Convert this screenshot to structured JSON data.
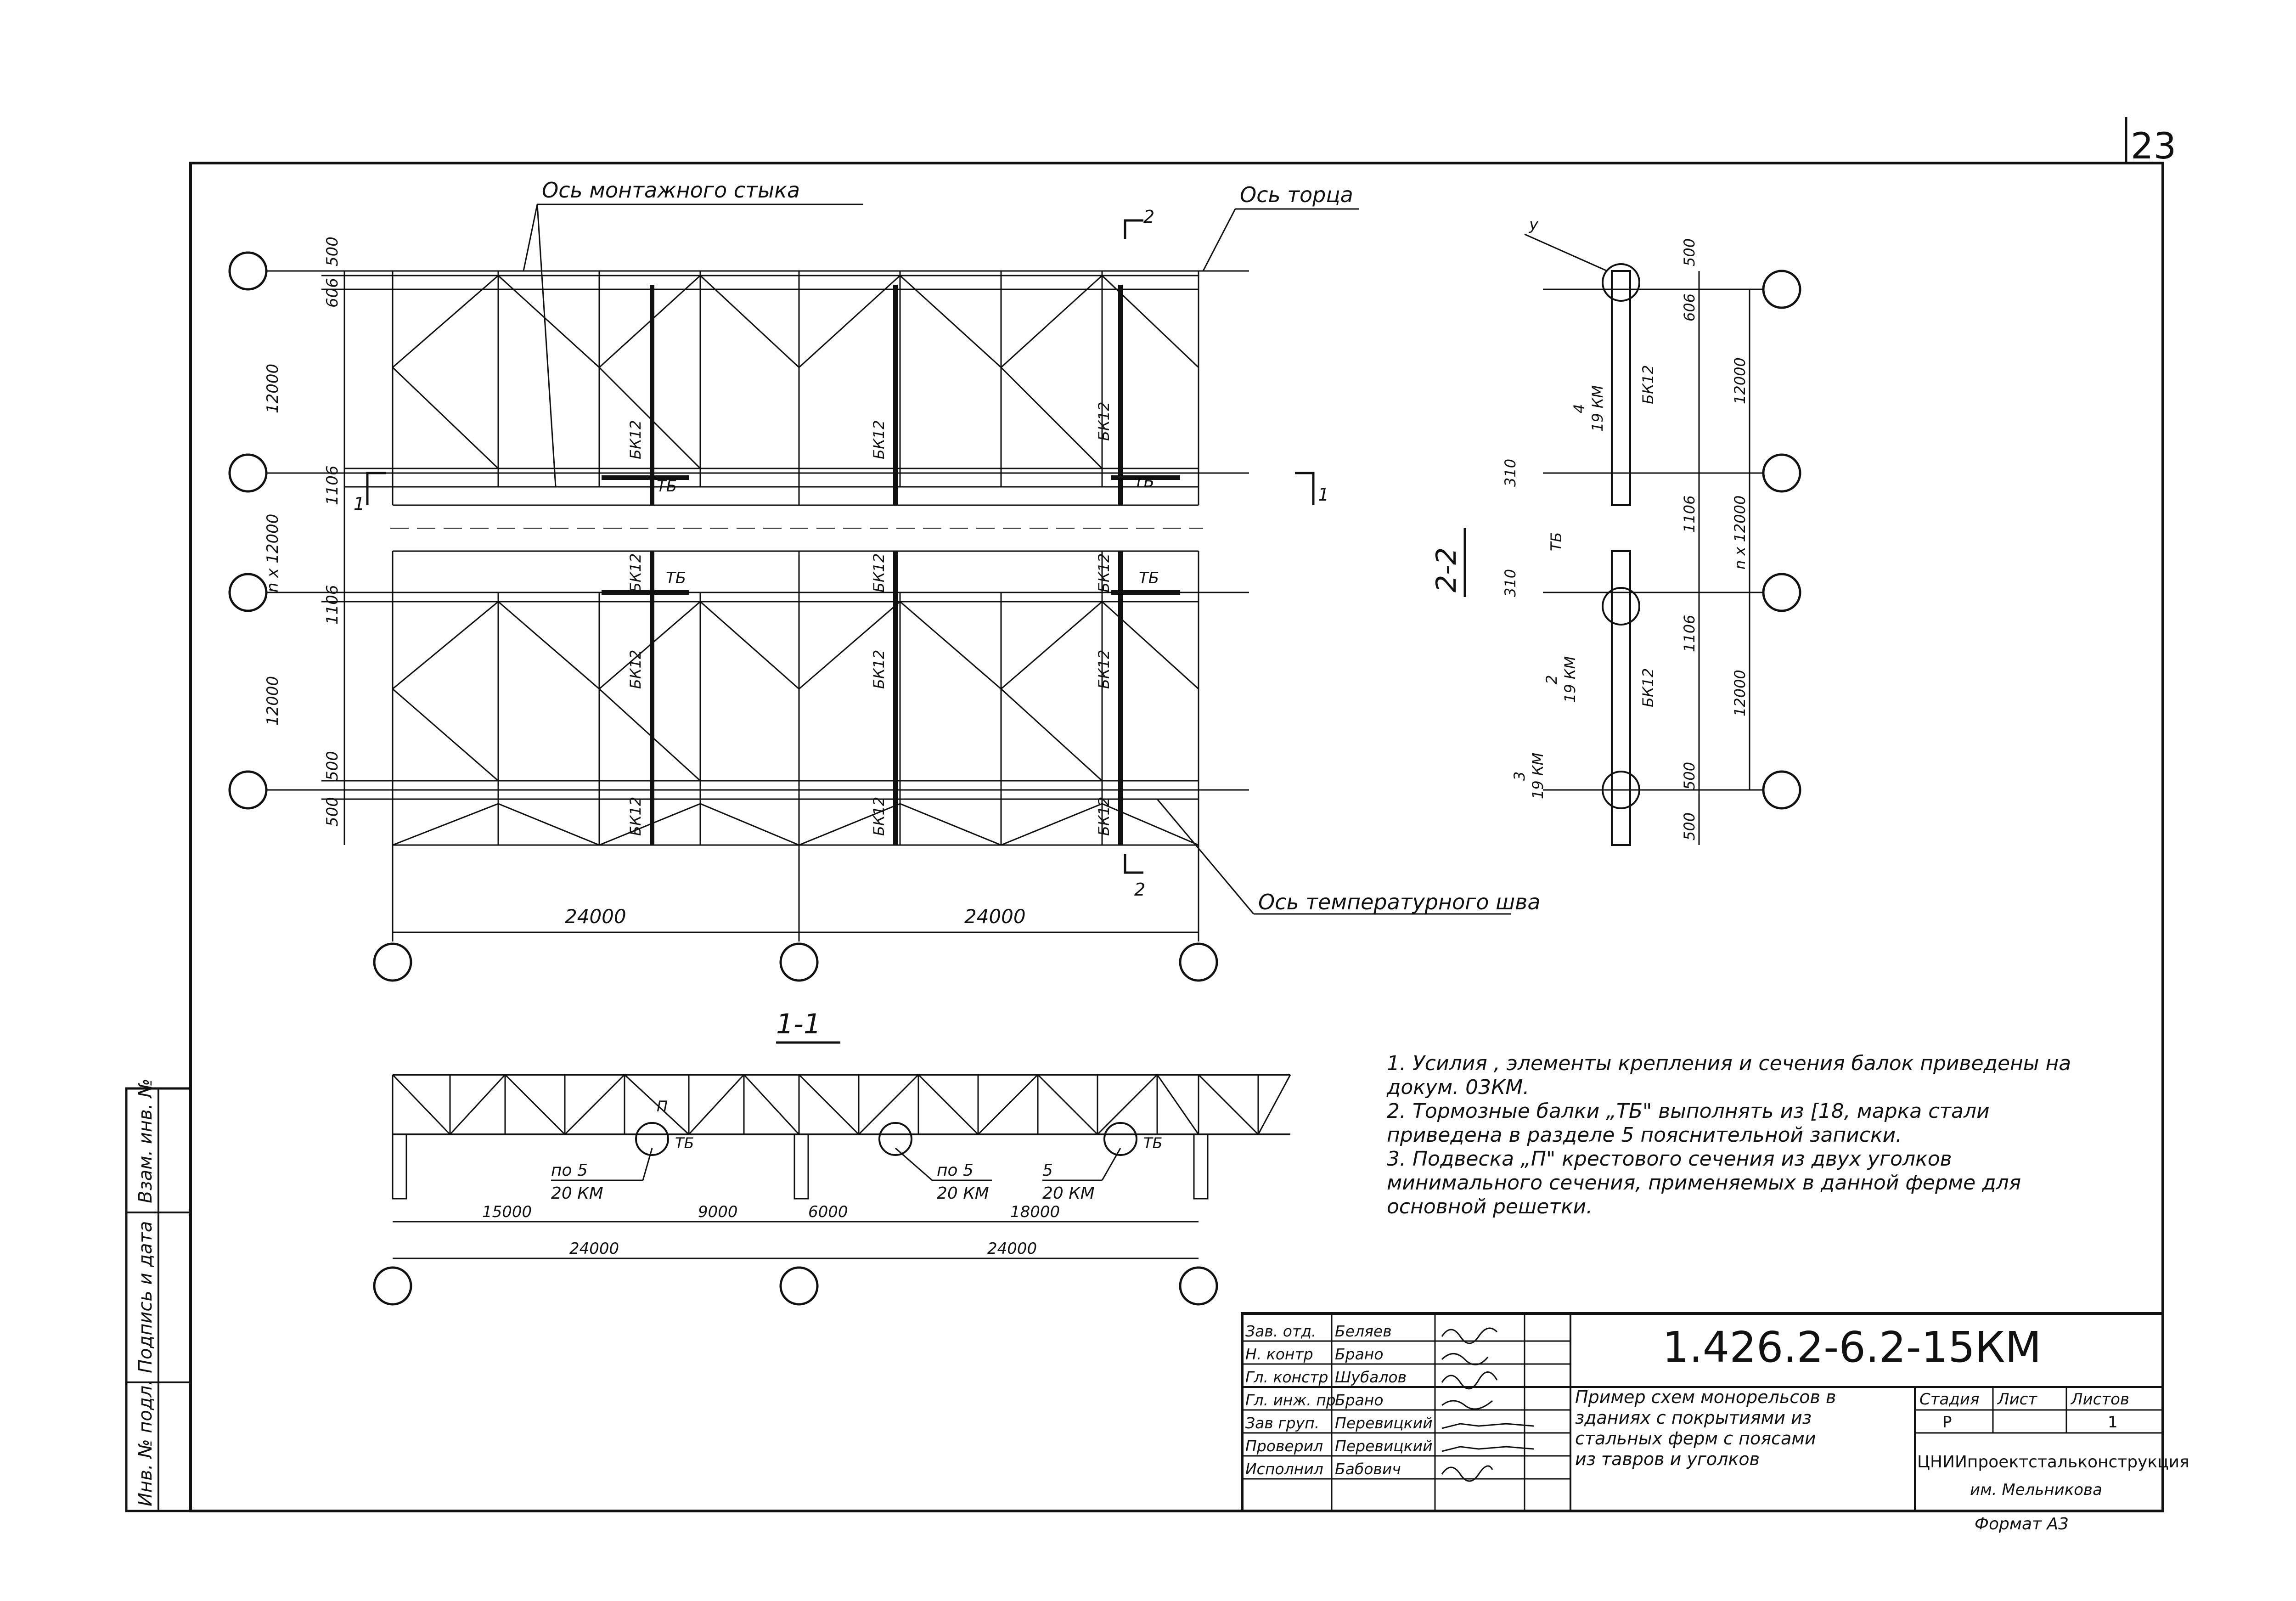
{
  "sheet_number": "23",
  "labels": {
    "axis_mounting_joint": "Ось монтажного стыка",
    "axis_end": "Ось торца",
    "axis_temperature_joint": "Ось температурного шва",
    "section_22": "2-2",
    "section_11": "1-1",
    "cut_2_top": "2",
    "cut_2_bottom": "2",
    "cut_1_left": "1",
    "cut_1_right": "1",
    "node_y": "у"
  },
  "plan": {
    "dims_vertical": [
      "500",
      "606",
      "12000",
      "1106",
      "n x 12000",
      "1106",
      "12000",
      "500",
      "500"
    ],
    "dims_horizontal": [
      "24000",
      "24000"
    ],
    "beam_labels": [
      "БК12",
      "БК12",
      "БК12",
      "БК12",
      "БК12",
      "БК12",
      "БК12",
      "БК12",
      "БК12",
      "БК12",
      "БК12",
      "БК12"
    ],
    "tb_labels": [
      "ТБ",
      "ТБ",
      "ТБ",
      "ТБ"
    ]
  },
  "section22": {
    "dims_right": [
      "500",
      "606",
      "12000",
      "1106",
      "n x 12000",
      "1106",
      "12000",
      "500",
      "500"
    ],
    "dims_left": [
      "310",
      "310"
    ],
    "refs": [
      {
        "num": "4",
        "doc": "19 КМ"
      },
      {
        "num": "2",
        "doc": "19 КМ"
      },
      {
        "num": "3",
        "doc": "19 КМ"
      }
    ],
    "beam": "БК12",
    "tb": "ТБ"
  },
  "section11": {
    "suspension": "П",
    "tb": "ТБ",
    "refs": [
      {
        "num": "по 5",
        "doc": "20 КМ"
      },
      {
        "num": "по 5",
        "doc": "20 КМ"
      },
      {
        "num": "5",
        "doc": "20 КМ"
      }
    ],
    "dims_upper": [
      "15000",
      "9000",
      "6000",
      "18000"
    ],
    "dims_lower": [
      "24000",
      "24000"
    ]
  },
  "notes": [
    "1. Усилия , элементы крепления и сечения балок приведены на докум. 03КМ.",
    "2. Тормозные балки „ТБ\" выполнять из [18, марка стали приведена в разделе 5 пояснительной записки.",
    "3. Подвеска „П\" крестового сечения из двух уголков минимального сечения, применяемых в данной ферме для основной решетки."
  ],
  "side_stamp": [
    "Инв. № подл.",
    "Подпись и дата",
    "Взам. инв. №"
  ],
  "title_block": {
    "doc_code": "1.426.2-6.2-15КМ",
    "rows": [
      {
        "role": "Зав. отд.",
        "name": "Беляев"
      },
      {
        "role": "Н. контр",
        "name": "Брано"
      },
      {
        "role": "Гл. констр",
        "name": "Шубалов"
      },
      {
        "role": "Гл. инж. пр.",
        "name": "Брано"
      },
      {
        "role": "Зав груп.",
        "name": "Перевицкий"
      },
      {
        "role": "Проверил",
        "name": "Перевицкий"
      },
      {
        "role": "Исполнил",
        "name": "Бабович"
      }
    ],
    "description": [
      "Пример схем монорельсов в",
      "зданиях с покрытиями из",
      "стальных ферм с поясами",
      "из тавров и уголков"
    ],
    "stage_header": "Стадия",
    "sheet_header": "Лист",
    "sheets_header": "Листов",
    "stage_value": "Р",
    "sheets_value": "1",
    "org": "ЦНИИпроектстальконструкция",
    "org_sub": "им. Мельникова",
    "format": "Формат А3"
  }
}
